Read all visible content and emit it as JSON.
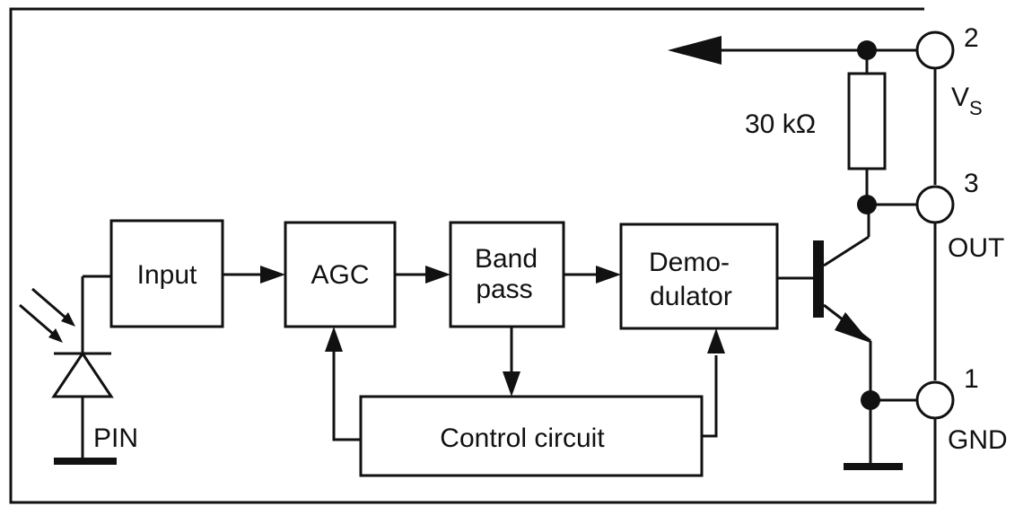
{
  "blocks": {
    "input": "Input",
    "agc": "AGC",
    "bandpass_line1": "Band",
    "bandpass_line2": "pass",
    "demod_line1": "Demo-",
    "demod_line2": "dulator",
    "control": "Control circuit"
  },
  "resistor": {
    "label": "30 kΩ"
  },
  "diode": {
    "label": "PIN"
  },
  "pins": [
    {
      "number": "2",
      "name": "V",
      "subscript": "S"
    },
    {
      "number": "3",
      "name": "OUT"
    },
    {
      "number": "1",
      "name": "GND"
    }
  ]
}
